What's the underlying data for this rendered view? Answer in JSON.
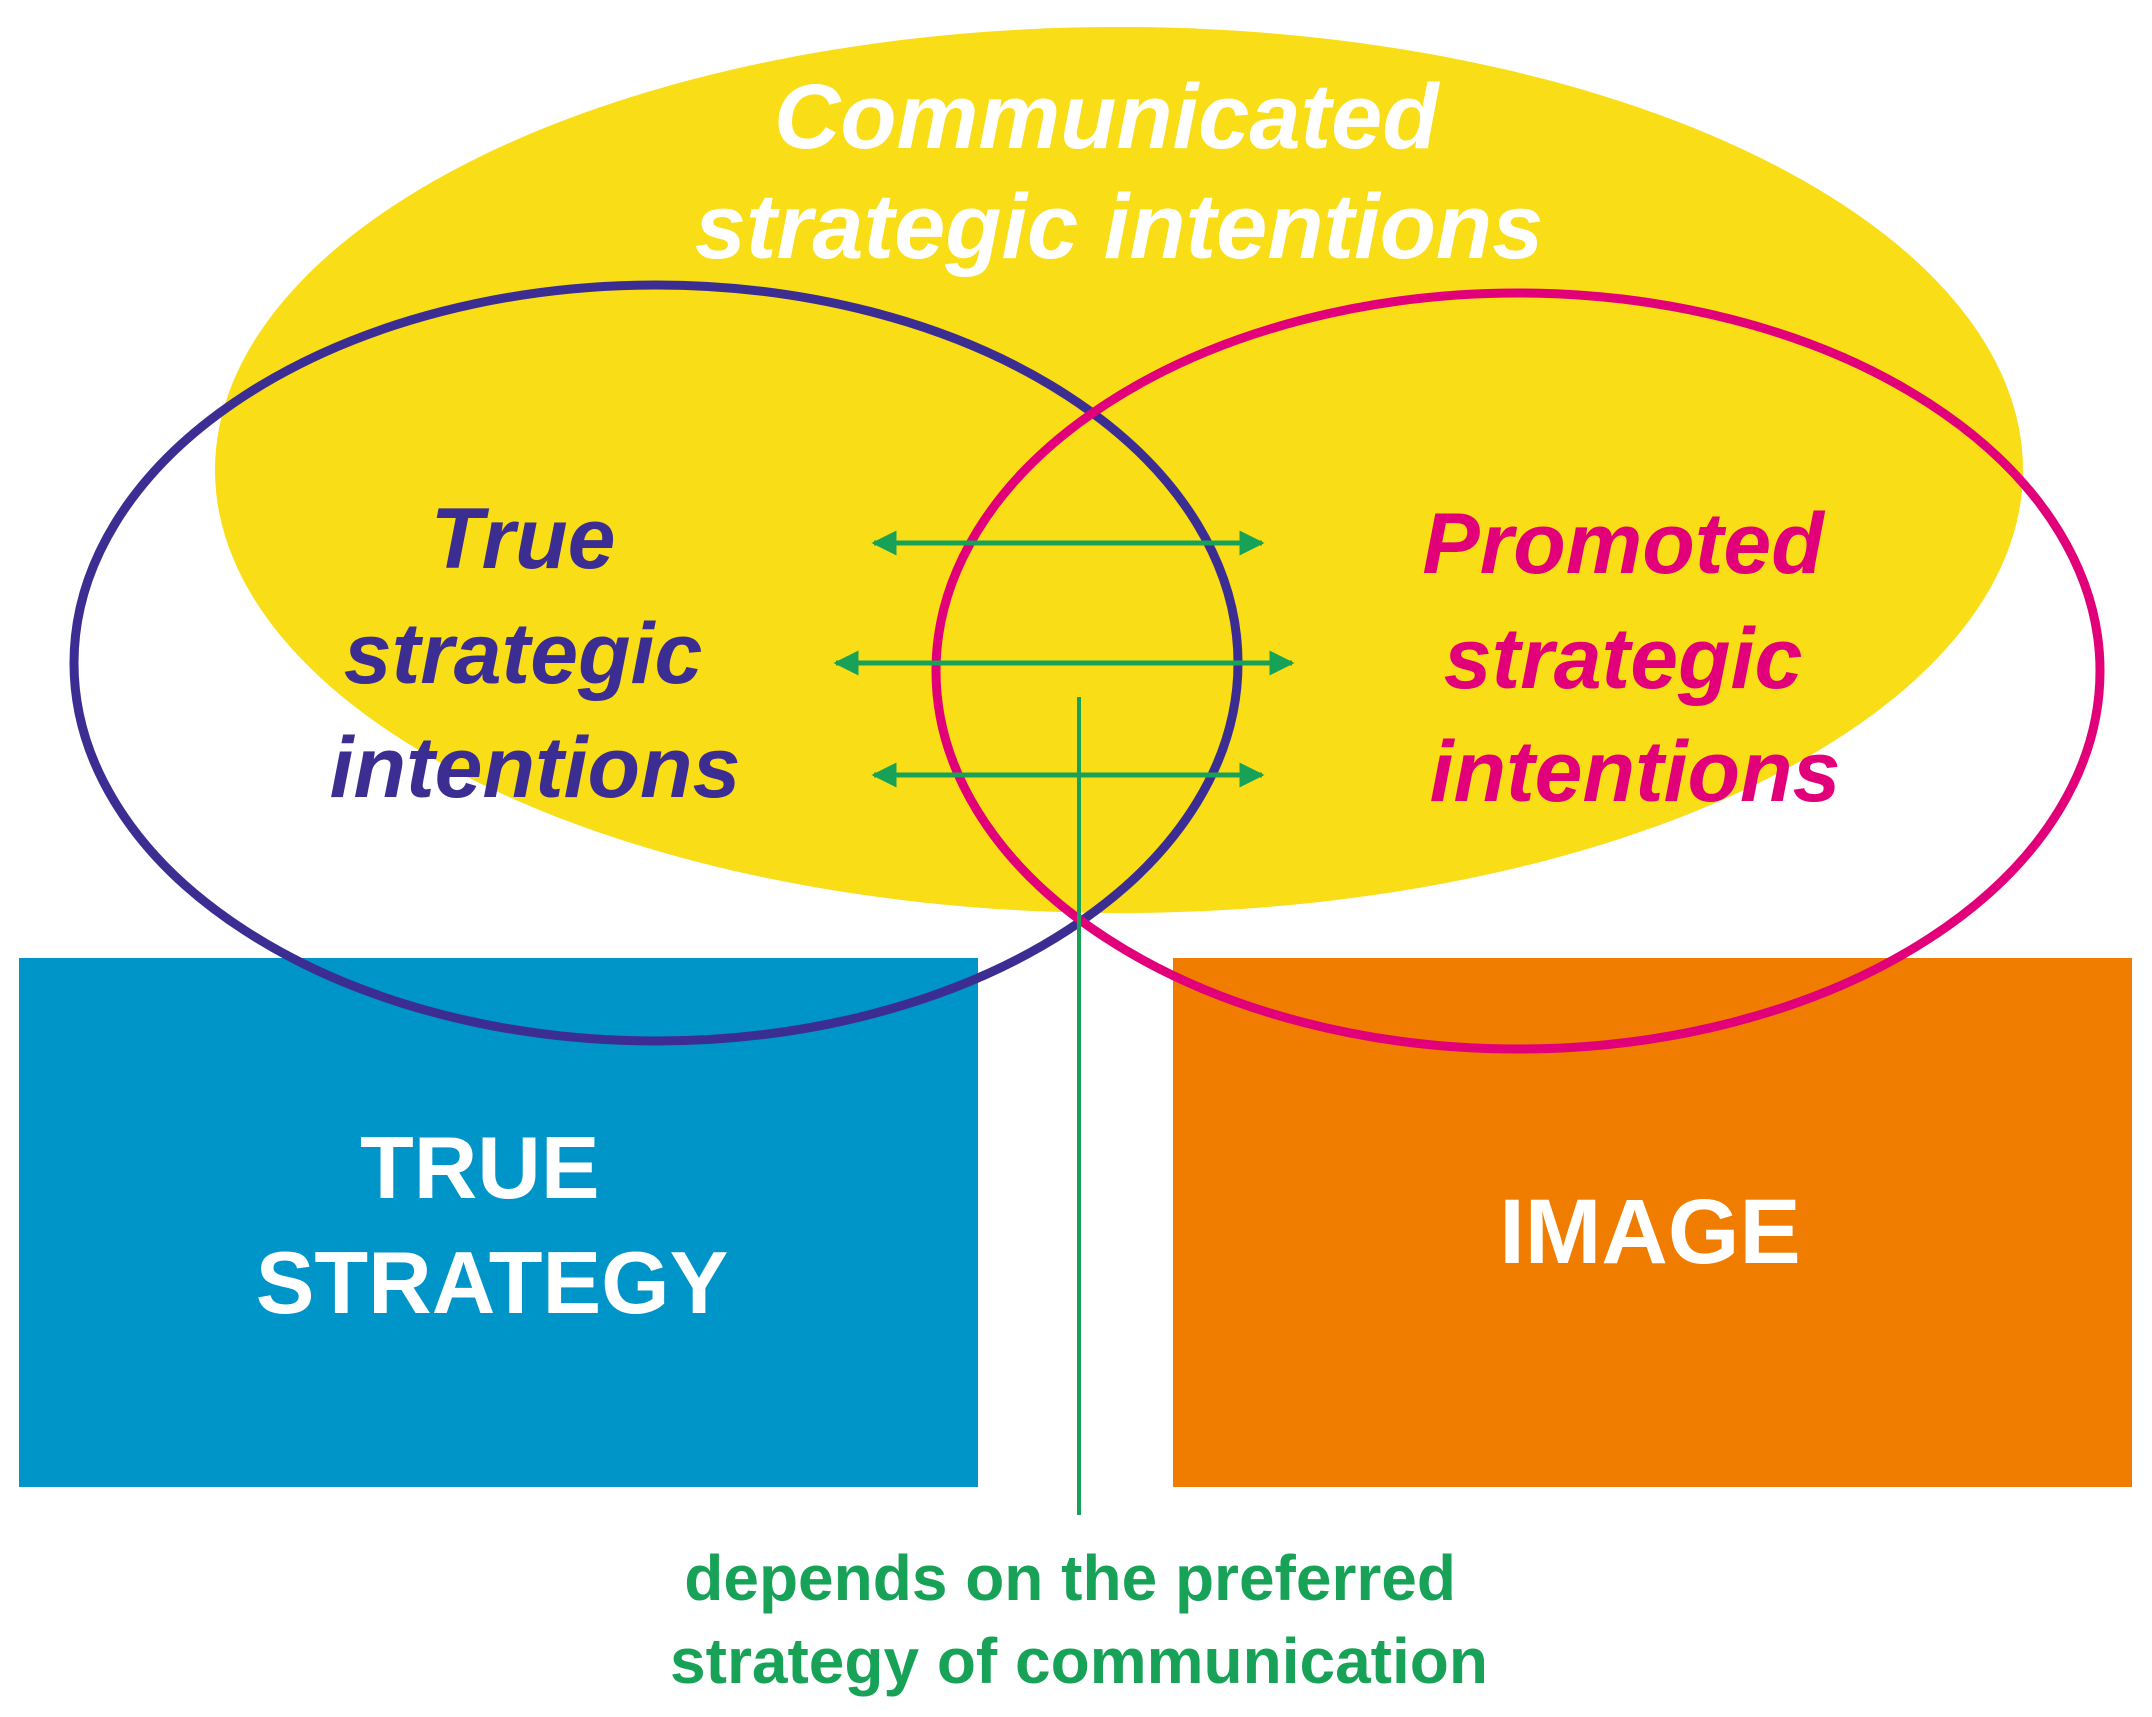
{
  "colors": {
    "communicated": "#f8dd17",
    "true_ring": "#3b2d92",
    "promoted_ring": "#e2007a",
    "true_box": "#0095c9",
    "image_box": "#f07d00",
    "arrows": "#17a257",
    "white": "#ffffff"
  },
  "communicated": {
    "line1": "Communicated",
    "line2": "strategic intentions"
  },
  "true_intentions": {
    "line1": "True",
    "line2": "strategic",
    "line3": "intentions"
  },
  "promoted_intentions": {
    "line1": "Promoted",
    "line2": "strategic",
    "line3": "intentions"
  },
  "true_strategy": {
    "line1": "TRUE",
    "line2": "STRATEGY"
  },
  "image": {
    "label": "IMAGE"
  },
  "note": {
    "line1": "depends on the preferred",
    "line2": "strategy of communication"
  }
}
